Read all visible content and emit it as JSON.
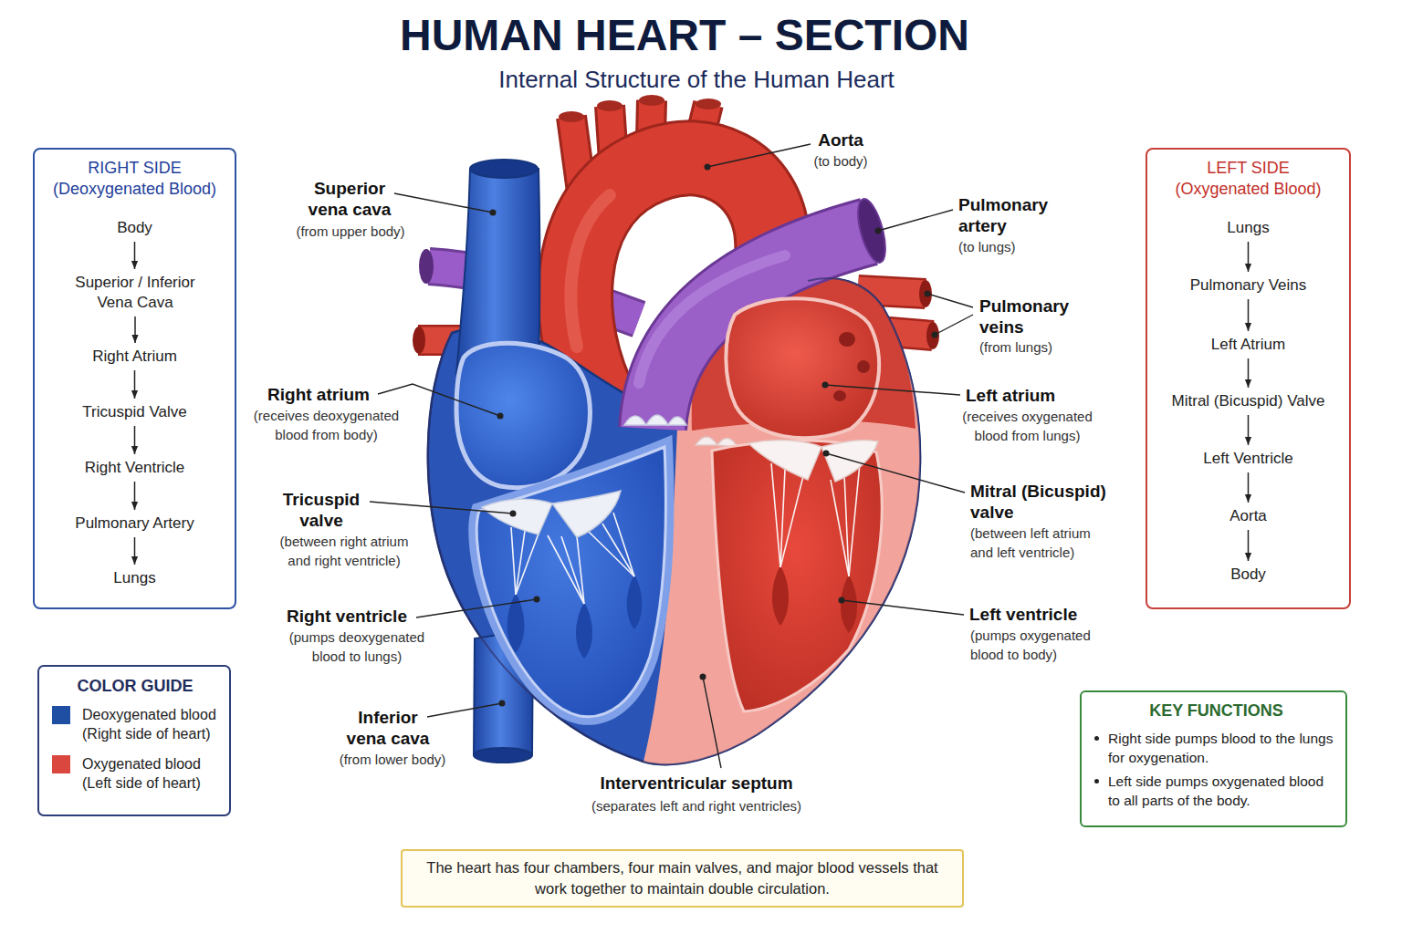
{
  "diagram": {
    "title": "HUMAN HEART – SECTION",
    "nodes": [
      {
        "text": [
          "RIGHT SIDE (Deoxygenated Blood)"
        ]
      },
      {
        "text": [
          "Body"
        ],
        "in": 0
      },
      {
        "text": [
          "Superior / Inferior Vena Cava"
        ],
        "in": 0
      },
      {
        "text": [
          "Right Atrium"
        ],
        "in": 0
      },
      {
        "text": [
          "Tricuspid Valve"
        ],
        "in": 0
      },
      {
        "text": [
          "Right Ventricle"
        ],
        "in": 0
      },
      {
        "text": [
          "Pulmonary Artery"
        ],
        "in": 0
      },
      {
        "text": [
          "Lungs"
        ],
        "in": 0
      },
      {
        "text": [
          "LEFT SIDE (Oxygenated Blood)"
        ]
      },
      {
        "text": [
          "Lungs"
        ],
        "in": 8
      },
      {
        "text": [
          "Pulmonary Veins"
        ],
        "in": 8
      },
      {
        "text": [
          "Left Atrium"
        ],
        "in": 8
      },
      {
        "text": [
          "Mitral (Bicuspid) Valve"
        ],
        "in": 8
      },
      {
        "text": [
          "Left Ventricle"
        ],
        "in": 8
      },
      {
        "text": [
          "Aorta"
        ],
        "in": 8
      },
      {
        "text": [
          "Body"
        ],
        "in": 8
      },
      {
        "text": [
          "COLOR GUIDE"
        ]
      },
      {
        "text": [
          "KEY FUNCTIONS",
          "Right side pumps blood to the lungs for oxygenation.",
          "Left side pumps oxygenated blood to all parts of the body."
        ]
      },
      {
        "text": [
          "The heart has four chambers, four main valves, and major blood vessels that work together to maintain double circulation."
        ]
      }
    ],
    "edges": [
      {
        "from": 1,
        "to": 2,
        "arrow": "to"
      },
      {
        "from": 2,
        "to": 3,
        "arrow": "to"
      },
      {
        "from": 3,
        "to": 4,
        "arrow": "to"
      },
      {
        "from": 4,
        "to": 5,
        "arrow": "to"
      },
      {
        "from": 5,
        "to": 6,
        "arrow": "to"
      },
      {
        "from": 6,
        "to": 7,
        "arrow": "to"
      },
      {
        "from": 9,
        "to": 10,
        "arrow": "to"
      },
      {
        "from": 10,
        "to": 11,
        "arrow": "to"
      },
      {
        "from": 11,
        "to": 12,
        "arrow": "to"
      },
      {
        "from": 12,
        "to": 13,
        "arrow": "to"
      },
      {
        "from": 13,
        "to": 14,
        "arrow": "to"
      },
      {
        "from": 14,
        "to": 15,
        "arrow": "to"
      }
    ],
    "labels": [
      "Internal Structure of the Human Heart",
      "Superior vena cava",
      "(from upper body)",
      "Aorta",
      "(to body)",
      "Pulmonary artery",
      "(to lungs)",
      "Pulmonary veins",
      "(from lungs)",
      "Right atrium",
      "(receives deoxygenated blood from body)",
      "Left atrium",
      "(receives oxygenated blood from lungs)",
      "Tricuspid valve",
      "(between right atrium and right ventricle)",
      "Mitral (Bicuspid) valve",
      "(between left atrium and left ventricle)",
      "Right ventricle",
      "(pumps deoxygenated blood to lungs)",
      "Left ventricle",
      "(pumps oxygenated blood to body)",
      "Inferior vena cava",
      "(from lower body)",
      "Interventricular septum",
      "(separates left and right ventricles)"
    ],
    "legend": [
      {
        "text": "Deoxygenated blood (Right side of heart)",
        "color": "#1f4fa3"
      },
      {
        "text": "Oxygenated blood (Left side of heart)",
        "color": "#d9473f"
      }
    ]
  }
}
